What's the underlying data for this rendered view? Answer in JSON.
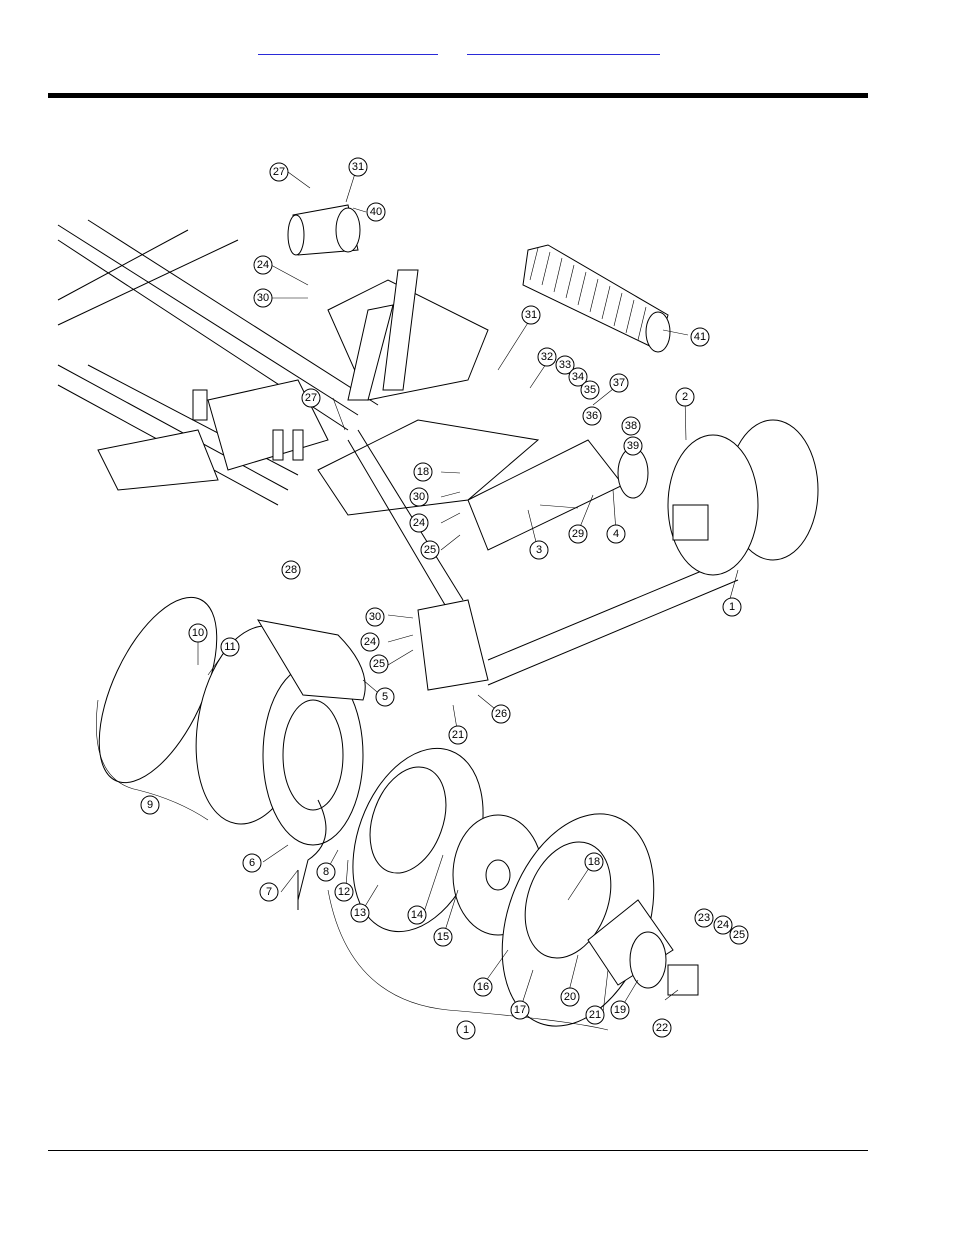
{
  "header": {
    "link_1": "",
    "link_2": ""
  },
  "callouts": [
    {
      "id": "c27a",
      "label": "27"
    },
    {
      "id": "c31a",
      "label": "31"
    },
    {
      "id": "c40",
      "label": "40"
    },
    {
      "id": "c24a",
      "label": "24"
    },
    {
      "id": "c30a",
      "label": "30"
    },
    {
      "id": "c41",
      "label": "41"
    },
    {
      "id": "c31b",
      "label": "31"
    },
    {
      "id": "c32",
      "label": "32"
    },
    {
      "id": "c33",
      "label": "33"
    },
    {
      "id": "c34",
      "label": "34"
    },
    {
      "id": "c35",
      "label": "35"
    },
    {
      "id": "c37",
      "label": "37"
    },
    {
      "id": "c2",
      "label": "2"
    },
    {
      "id": "c36",
      "label": "36"
    },
    {
      "id": "c38",
      "label": "38"
    },
    {
      "id": "c39",
      "label": "39"
    },
    {
      "id": "c27b",
      "label": "27"
    },
    {
      "id": "c18a",
      "label": "18"
    },
    {
      "id": "c30b",
      "label": "30"
    },
    {
      "id": "c24b",
      "label": "24"
    },
    {
      "id": "c25a",
      "label": "25"
    },
    {
      "id": "c29",
      "label": "29"
    },
    {
      "id": "c4",
      "label": "4"
    },
    {
      "id": "c3",
      "label": "3"
    },
    {
      "id": "c28",
      "label": "28"
    },
    {
      "id": "c1a",
      "label": "1"
    },
    {
      "id": "c30c",
      "label": "30"
    },
    {
      "id": "c24c",
      "label": "24"
    },
    {
      "id": "c25b",
      "label": "25"
    },
    {
      "id": "c10",
      "label": "10"
    },
    {
      "id": "c11",
      "label": "11"
    },
    {
      "id": "c5",
      "label": "5"
    },
    {
      "id": "c26",
      "label": "26"
    },
    {
      "id": "c21a",
      "label": "21"
    },
    {
      "id": "c9",
      "label": "9"
    },
    {
      "id": "c6",
      "label": "6"
    },
    {
      "id": "c8",
      "label": "8"
    },
    {
      "id": "c7",
      "label": "7"
    },
    {
      "id": "c12",
      "label": "12"
    },
    {
      "id": "c13",
      "label": "13"
    },
    {
      "id": "c14",
      "label": "14"
    },
    {
      "id": "c15",
      "label": "15"
    },
    {
      "id": "c18b",
      "label": "18"
    },
    {
      "id": "c23",
      "label": "23"
    },
    {
      "id": "c24d",
      "label": "24"
    },
    {
      "id": "c25c",
      "label": "25"
    },
    {
      "id": "c16",
      "label": "16"
    },
    {
      "id": "c17",
      "label": "17"
    },
    {
      "id": "c20",
      "label": "20"
    },
    {
      "id": "c21b",
      "label": "21"
    },
    {
      "id": "c19",
      "label": "19"
    },
    {
      "id": "c22",
      "label": "22"
    },
    {
      "id": "c1b",
      "label": "1"
    }
  ]
}
